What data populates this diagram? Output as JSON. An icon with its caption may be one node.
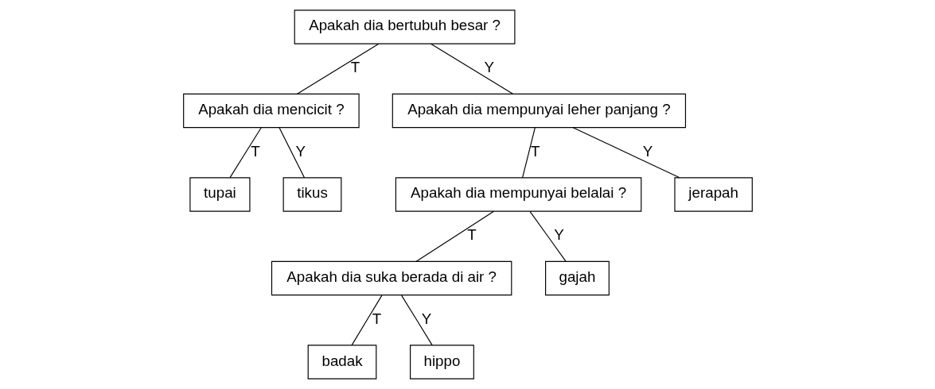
{
  "diagram": {
    "nodes": [
      {
        "text": [
          "Apakah dia bertubuh besar ?"
        ]
      },
      {
        "text": [
          "Apakah dia mencicit ?"
        ]
      },
      {
        "text": [
          "Apakah dia mempunyai leher panjang ?"
        ]
      },
      {
        "text": [
          "tupai"
        ]
      },
      {
        "text": [
          "tikus"
        ]
      },
      {
        "text": [
          "Apakah dia mempunyai belalai ?"
        ]
      },
      {
        "text": [
          "jerapah"
        ]
      },
      {
        "text": [
          "Apakah dia suka berada di air ?"
        ]
      },
      {
        "text": [
          "gajah"
        ]
      },
      {
        "text": [
          "badak"
        ]
      },
      {
        "text": [
          "hippo"
        ]
      }
    ],
    "edges": [
      {
        "from": 0,
        "to": 1,
        "arrow": "none",
        "label": "T"
      },
      {
        "from": 0,
        "to": 2,
        "arrow": "none",
        "label": "Y"
      },
      {
        "from": 1,
        "to": 3,
        "arrow": "none",
        "label": "T"
      },
      {
        "from": 1,
        "to": 4,
        "arrow": "none",
        "label": "Y"
      },
      {
        "from": 2,
        "to": 5,
        "arrow": "none",
        "label": "T"
      },
      {
        "from": 2,
        "to": 6,
        "arrow": "none",
        "label": "Y"
      },
      {
        "from": 5,
        "to": 7,
        "arrow": "none",
        "label": "T"
      },
      {
        "from": 5,
        "to": 8,
        "arrow": "none",
        "label": "Y"
      },
      {
        "from": 7,
        "to": 9,
        "arrow": "none",
        "label": "T"
      },
      {
        "from": 7,
        "to": 10,
        "arrow": "none",
        "label": "Y"
      }
    ]
  }
}
